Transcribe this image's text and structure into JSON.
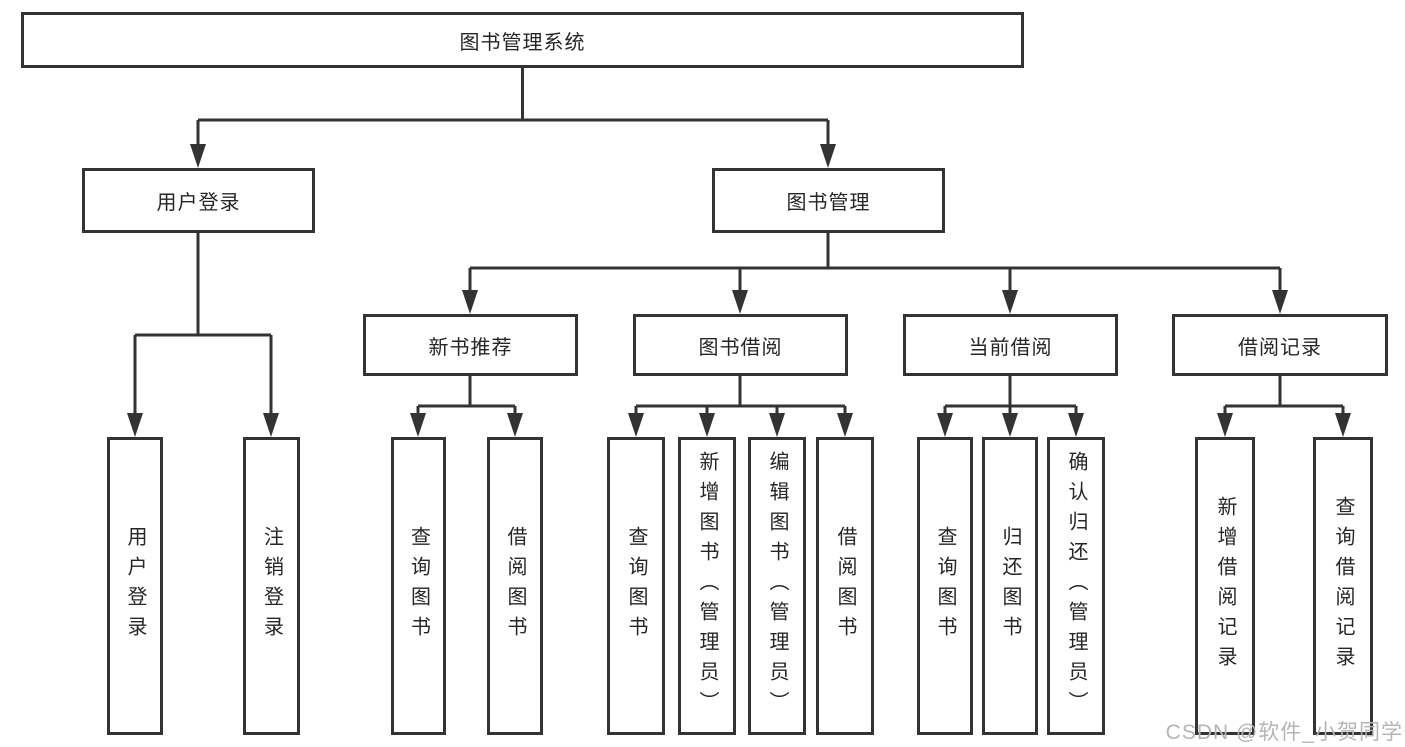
{
  "diagram": {
    "type": "hierarchy-tree",
    "hierarchy": {
      "图书管理系统": {
        "用户登录": [
          "用户登录",
          "注销登录"
        ],
        "图书管理": {
          "新书推荐": [
            "查询图书",
            "借阅图书"
          ],
          "图书借阅": [
            "查询图书",
            "新增图书（管理员）",
            "编辑图书（管理员）",
            "借阅图书"
          ],
          "当前借阅": [
            "查询图书",
            "归还图书",
            "确认归还（管理员）"
          ],
          "借阅记录": [
            "新增借阅记录",
            "查询借阅记录"
          ]
        }
      }
    }
  },
  "nodes": {
    "root": {
      "label": "图书管理系统"
    },
    "user_login": {
      "label": "用户登录"
    },
    "book_mgmt": {
      "label": "图书管理"
    },
    "new_books": {
      "label": "新书推荐"
    },
    "book_borrow": {
      "label": "图书借阅"
    },
    "current_borrow": {
      "label": "当前借阅"
    },
    "borrow_records": {
      "label": "借阅记录"
    },
    "leaf_user_login": {
      "label": "用户登录"
    },
    "leaf_logout": {
      "label": "注销登录"
    },
    "leaf_query_recommend": {
      "label": "查询图书"
    },
    "leaf_borrow_recommend": {
      "label": "借阅图书"
    },
    "leaf_query_borrow": {
      "label": "查询图书"
    },
    "leaf_add_books": {
      "label": "新增图书（管理员）"
    },
    "leaf_edit_books": {
      "label": "编辑图书（管理员）"
    },
    "leaf_borrow_borrow": {
      "label": "借阅图书"
    },
    "leaf_query_current": {
      "label": "查询图书"
    },
    "leaf_return_books": {
      "label": "归还图书"
    },
    "leaf_confirm_return": {
      "label": "确认归还（管理员）"
    },
    "leaf_add_record": {
      "label": "新增借阅记录"
    },
    "leaf_query_record": {
      "label": "查询借阅记录"
    }
  },
  "watermark": {
    "text": "CSDN @软件_小贺同学",
    "color": "#b8b3b3"
  },
  "colors": {
    "line": "#333333",
    "text": "#262626",
    "background": "#ffffff"
  }
}
